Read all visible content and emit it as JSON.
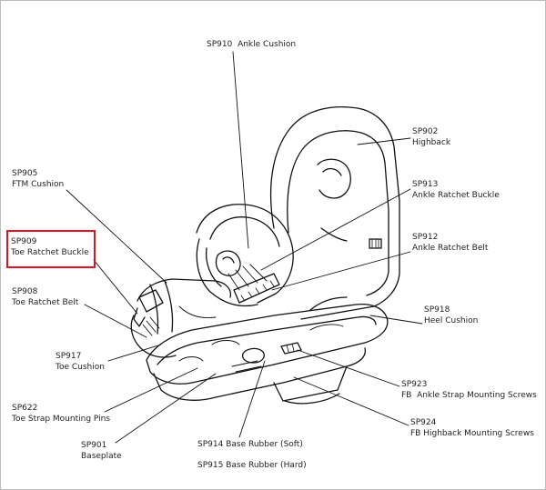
{
  "highlight_color": "#e0141e",
  "parts": {
    "sp910": {
      "code": "SP910",
      "name": "Ankle Cushion"
    },
    "sp902": {
      "code": "SP902",
      "name": "Highback"
    },
    "sp905": {
      "code": "SP905",
      "name": "FTM Cushion"
    },
    "sp913": {
      "code": "SP913",
      "name": "Ankle Ratchet Buckle"
    },
    "sp909": {
      "code": "SP909",
      "name": "Toe Ratchet Buckle",
      "highlighted": true
    },
    "sp912": {
      "code": "SP912",
      "name": "Ankle Ratchet Belt"
    },
    "sp908": {
      "code": "SP908",
      "name": "Toe Ratchet Belt"
    },
    "sp918": {
      "code": "SP918",
      "name": "Heel Cushion"
    },
    "sp917": {
      "code": "SP917",
      "name": "Toe Cushion"
    },
    "sp923": {
      "code": "SP923",
      "name": "FB  Ankle Strap Mounting Screws"
    },
    "sp622": {
      "code": "SP622",
      "name": "Toe Strap Mounting Pins"
    },
    "sp924": {
      "code": "SP924",
      "name": "FB Highback Mounting Screws"
    },
    "sp901": {
      "code": "SP901",
      "name": "Baseplate"
    },
    "sp914": {
      "code": "SP914",
      "name": "Base Rubber (Soft)"
    },
    "sp915": {
      "code": "SP915",
      "name": "Base Rubber (Hard)"
    }
  }
}
